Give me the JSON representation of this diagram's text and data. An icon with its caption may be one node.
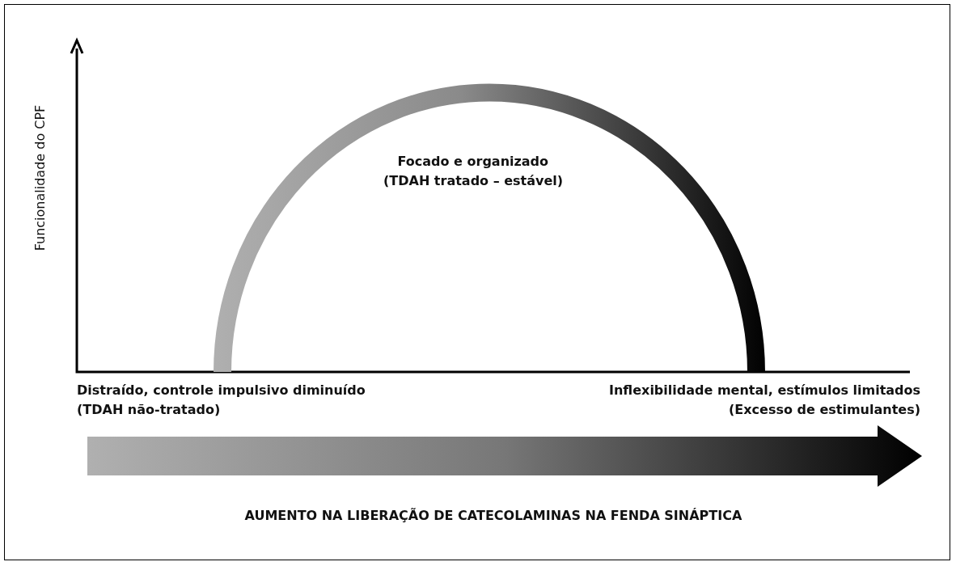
{
  "diagram": {
    "labels": [
      "Funcionalidade do CPF",
      "Focado e organizado",
      "(TDAH tratado – estável)",
      "Distraído, controle impulsivo diminuído",
      "(TDAH não-tratado)",
      "Inflexibilidade mental, estímulos limitados",
      "(Excesso de estimulantes)",
      "AUMENTO NA LIBERAÇÃO DE CATECOLAMINAS NA FENDA SINÁPTICA"
    ]
  }
}
